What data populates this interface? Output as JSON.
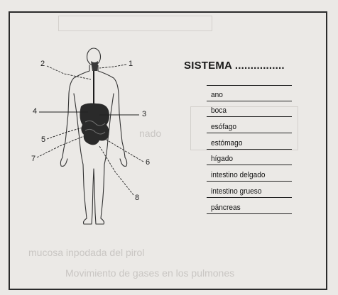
{
  "title": "SISTEMA ................",
  "callouts": [
    "1",
    "2",
    "3",
    "4",
    "5",
    "6",
    "7",
    "8"
  ],
  "words": [
    "ano",
    "boca",
    "esófago",
    "estómago",
    "hígado",
    "intestino delgado",
    "intestino grueso",
    "páncreas"
  ],
  "background_text": [
    "nado",
    "mucosa inpodada del pirol",
    "Movimiento de gases en los pulmones"
  ],
  "colors": {
    "ink": "#1a1a1a",
    "paper": "#ebe9e6",
    "organs": "#2a2a2a",
    "ghost": "#c9c6c3"
  }
}
